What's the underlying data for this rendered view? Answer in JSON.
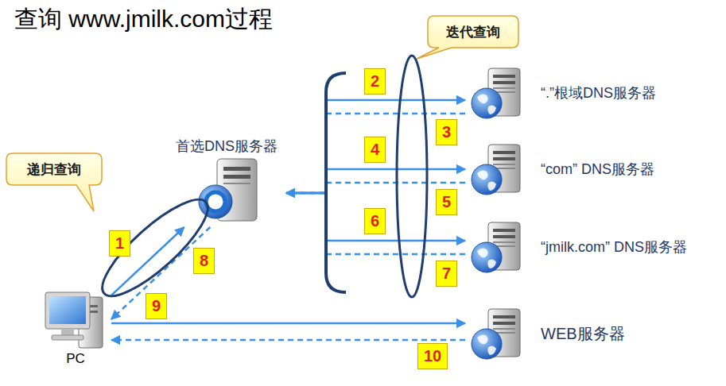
{
  "diagram": {
    "title": "查询 www.jmilk.com过程",
    "nodes": [
      {
        "text": [
          "PC"
        ]
      },
      {
        "text": [
          "首选DNS服务器"
        ]
      },
      {
        "text": [
          "“.”根域DNS服务器"
        ]
      },
      {
        "text": [
          "“com” DNS服务器"
        ]
      },
      {
        "text": [
          "“jmilk.com” DNS服务器"
        ]
      },
      {
        "text": [
          "WEB服务器"
        ]
      }
    ],
    "edges": [
      {
        "from": 0,
        "to": 1,
        "arrow": "to",
        "label": "1"
      },
      {
        "from": 1,
        "to": 2,
        "arrow": "to",
        "label": "2"
      },
      {
        "from": 2,
        "to": 1,
        "arrow": "to",
        "label": "3"
      },
      {
        "from": 1,
        "to": 3,
        "arrow": "to",
        "label": "4"
      },
      {
        "from": 3,
        "to": 1,
        "arrow": "to",
        "label": "5"
      },
      {
        "from": 1,
        "to": 4,
        "arrow": "to",
        "label": "6"
      },
      {
        "from": 4,
        "to": 1,
        "arrow": "to",
        "label": "7"
      },
      {
        "from": 1,
        "to": 0,
        "arrow": "to",
        "label": "8"
      },
      {
        "from": 0,
        "to": 5,
        "arrow": "to",
        "label": "9"
      },
      {
        "from": 5,
        "to": 0,
        "arrow": "to",
        "label": "10"
      }
    ],
    "labels": [
      "递归查询",
      "迭代查询"
    ]
  }
}
